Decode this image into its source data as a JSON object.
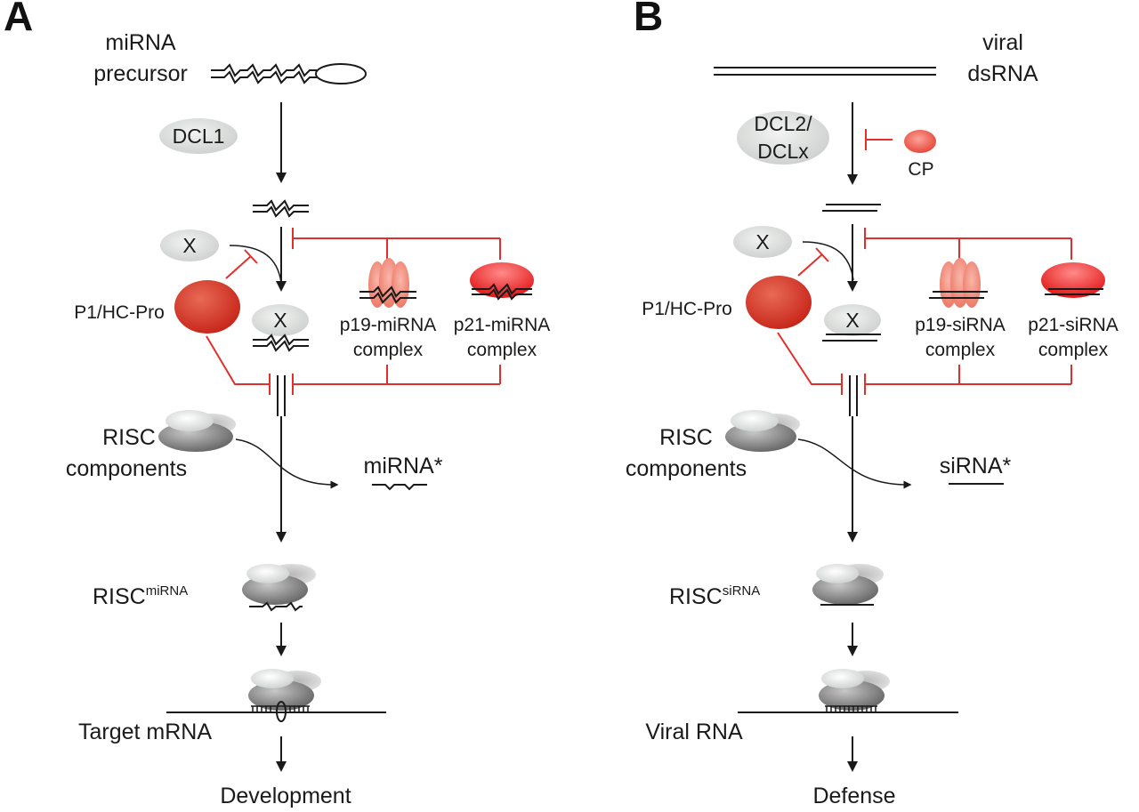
{
  "panel_a": {
    "letter": "A",
    "precursor_line1": "miRNA",
    "precursor_line2": "precursor",
    "dicer": "DCL1",
    "x_factor": "X",
    "suppressor": "P1/HC-Pro",
    "p19_line1": "p19-miRNA",
    "p19_line2": "complex",
    "p21_line1": "p21-miRNA",
    "p21_line2": "complex",
    "risc_line1": "RISC",
    "risc_line2": "components",
    "star": "miRNA*",
    "risc_loaded": "RISC",
    "risc_loaded_sup": "miRNA",
    "target": "Target mRNA",
    "outcome": "Development"
  },
  "panel_b": {
    "letter": "B",
    "precursor_line1": "viral",
    "precursor_line2": "dsRNA",
    "dicer_line1": "DCL2/",
    "dicer_line2": "DCLx",
    "cp": "CP",
    "x_factor": "X",
    "suppressor": "P1/HC-Pro",
    "p19_line1": "p19-siRNA",
    "p19_line2": "complex",
    "p21_line1": "p21-siRNA",
    "p21_line2": "complex",
    "risc_line1": "RISC",
    "risc_line2": "components",
    "star": "siRNA*",
    "risc_loaded": "RISC",
    "risc_loaded_sup": "siRNA",
    "target": "Viral RNA",
    "outcome": "Defense"
  },
  "colors": {
    "inhibition": "#e0302b",
    "arrow": "#1a1a1a",
    "suppressor_fill": "#d83a2a",
    "p19_fill": "#f08878",
    "p21_fill": "#ee2222",
    "gray_protein": "#dcdedd"
  }
}
